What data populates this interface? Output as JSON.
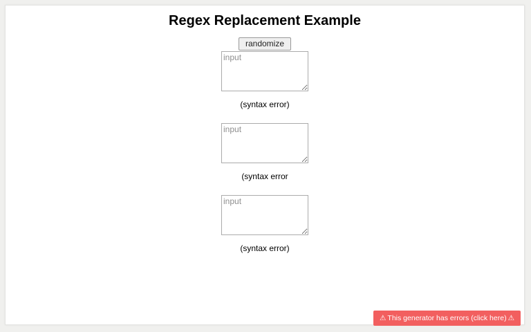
{
  "title": "Regex Replacement Example",
  "toolbar": {
    "randomize_label": "randomize"
  },
  "groups": [
    {
      "placeholder": "input",
      "output": "(syntax error)"
    },
    {
      "placeholder": "input",
      "output": "(syntax error"
    },
    {
      "placeholder": "input",
      "output": "(syntax error)"
    }
  ],
  "error_banner": {
    "warning_icon": "⚠",
    "message": "This generator has errors (click here)"
  },
  "colors": {
    "outer_background": "#f0f0ee",
    "page_background": "#ffffff",
    "banner_background": "#f25f5f",
    "banner_text": "#ffffff"
  }
}
